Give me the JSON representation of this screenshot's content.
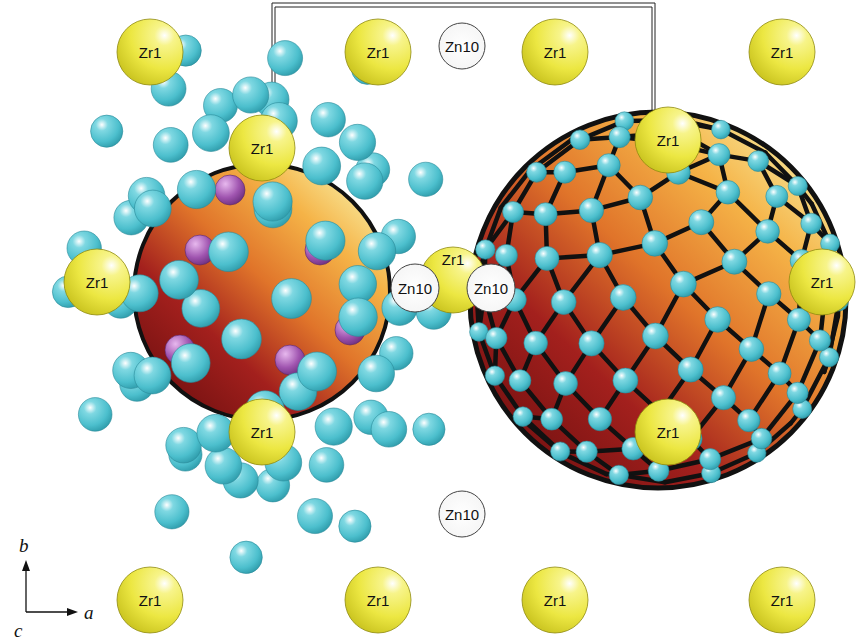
{
  "diagram": {
    "nodes": [
      {
        "text": [
          "Zr1"
        ]
      },
      {
        "text": [
          "Zr1"
        ]
      },
      {
        "text": [
          "Zn10"
        ]
      },
      {
        "text": [
          "Zr1"
        ]
      },
      {
        "text": [
          "Zr1"
        ]
      },
      {
        "text": [
          "Zr1"
        ]
      },
      {
        "text": [
          "Zr1"
        ]
      },
      {
        "text": [
          "Zr1"
        ]
      },
      {
        "text": [
          "Zr1"
        ]
      },
      {
        "text": [
          "Zn10"
        ]
      },
      {
        "text": [
          "Zn10"
        ]
      },
      {
        "text": [
          "Zr1"
        ]
      },
      {
        "text": [
          "Zr1"
        ]
      },
      {
        "text": [
          "Zr1"
        ]
      },
      {
        "text": [
          "Zn10"
        ]
      },
      {
        "text": [
          "Zr1"
        ]
      },
      {
        "text": [
          "Zr1"
        ]
      },
      {
        "text": [
          "Zr1"
        ]
      },
      {
        "text": [
          "Zr1"
        ]
      }
    ],
    "labels": [
      "b",
      "a",
      "c"
    ]
  }
}
